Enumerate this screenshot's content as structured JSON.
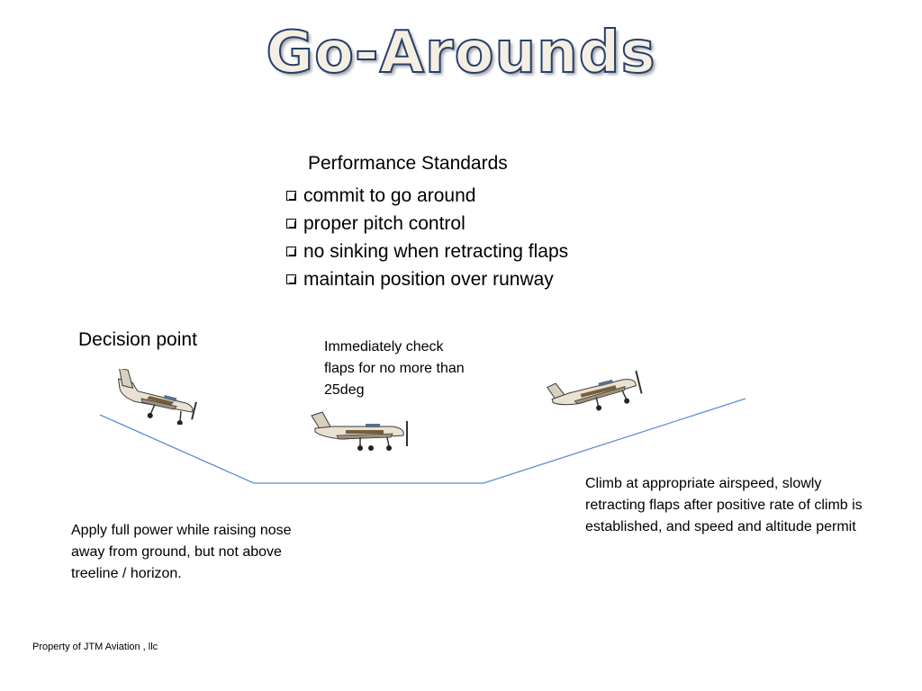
{
  "title": "Go-Arounds",
  "performance": {
    "heading": "Performance Standards",
    "items": [
      "commit to go around",
      "proper pitch control",
      "no sinking when retracting flaps",
      "maintain position over runway"
    ]
  },
  "labels": {
    "decision_point": "Decision point",
    "check_flaps": "Immediately check flaps for no more than 25deg",
    "climb": "Climb at appropriate airspeed, slowly retracting flaps after positive rate of climb is established, and speed and altitude permit",
    "apply_power": "Apply full power while raising nose away from ground, but not above treeline / horizon."
  },
  "footer": "Property of JTM Aviation , llc",
  "colors": {
    "path_line": "#5b8fd0",
    "title_fill": "#f4efe2",
    "title_outline": "#25406a"
  }
}
